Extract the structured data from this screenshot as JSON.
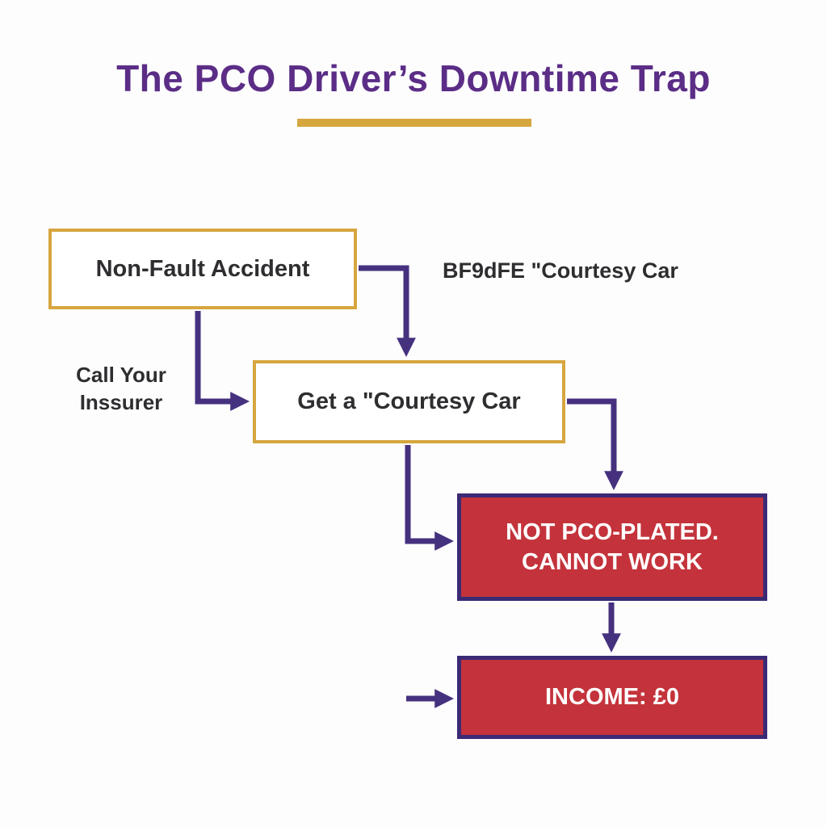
{
  "title": "The PCO Driver’s Downtime Trap",
  "labels": {
    "courtesy_car_note": "BF9dFE \"Courtesy Car",
    "call_insurer": "Call Your\nInssurer"
  },
  "nodes": {
    "non_fault_accident": "Non-Fault Accident",
    "get_courtesy_car": "Get a \"Courtesy Car",
    "not_pco_plated": "NOT PCO-PLATED.\nCANNOT WORK",
    "income_zero": "INCOME: £0"
  },
  "colors": {
    "title_purple": "#5b2d86",
    "arrow_purple": "#46317f",
    "gold_border": "#d6a63f",
    "red_fill": "#c4333b",
    "red_box_border": "#3b2a75",
    "text_dark": "#2f2d30",
    "box_text_light": "#ffffff",
    "background": "#fdfdfe"
  }
}
